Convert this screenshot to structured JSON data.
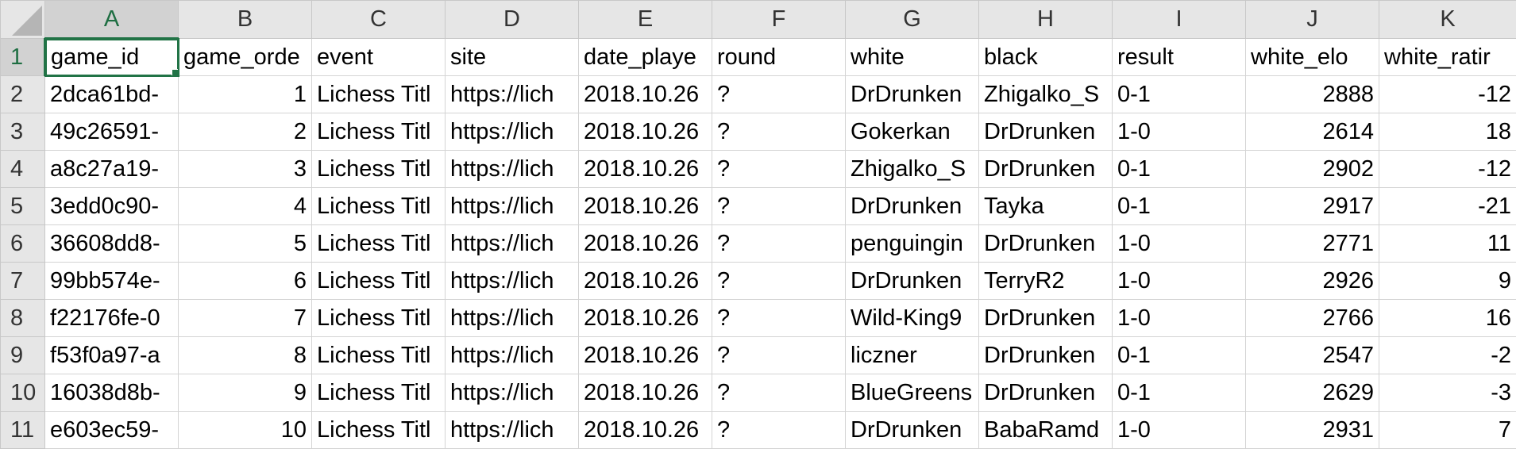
{
  "columns": [
    "A",
    "B",
    "C",
    "D",
    "E",
    "F",
    "G",
    "H",
    "I",
    "J",
    "K"
  ],
  "row_numbers": [
    "1",
    "2",
    "3",
    "4",
    "5",
    "6",
    "7",
    "8",
    "9",
    "10",
    "11"
  ],
  "header_row": [
    "game_id",
    "game_orde",
    "event",
    "site",
    "date_playe",
    "round",
    "white",
    "black",
    "result",
    "white_elo",
    "white_ratir"
  ],
  "rows": [
    [
      "2dca61bd-",
      "1",
      "Lichess Titl",
      "https://lich",
      "2018.10.26",
      "?",
      "DrDrunken",
      "Zhigalko_S",
      "0-1",
      "2888",
      "-12"
    ],
    [
      "49c26591-",
      "2",
      "Lichess Titl",
      "https://lich",
      "2018.10.26",
      "?",
      "Gokerkan",
      "DrDrunken",
      "1-0",
      "2614",
      "18"
    ],
    [
      "a8c27a19-",
      "3",
      "Lichess Titl",
      "https://lich",
      "2018.10.26",
      "?",
      "Zhigalko_S",
      "DrDrunken",
      "0-1",
      "2902",
      "-12"
    ],
    [
      "3edd0c90-",
      "4",
      "Lichess Titl",
      "https://lich",
      "2018.10.26",
      "?",
      "DrDrunken",
      "Tayka",
      "0-1",
      "2917",
      "-21"
    ],
    [
      "36608dd8-",
      "5",
      "Lichess Titl",
      "https://lich",
      "2018.10.26",
      "?",
      "penguingin",
      "DrDrunken",
      "1-0",
      "2771",
      "11"
    ],
    [
      "99bb574e-",
      "6",
      "Lichess Titl",
      "https://lich",
      "2018.10.26",
      "?",
      "DrDrunken",
      "TerryR2",
      "1-0",
      "2926",
      "9"
    ],
    [
      "f22176fe-0",
      "7",
      "Lichess Titl",
      "https://lich",
      "2018.10.26",
      "?",
      "Wild-King9",
      "DrDrunken",
      "1-0",
      "2766",
      "16"
    ],
    [
      "f53f0a97-a",
      "8",
      "Lichess Titl",
      "https://lich",
      "2018.10.26",
      "?",
      "liczner",
      "DrDrunken",
      "0-1",
      "2547",
      "-2"
    ],
    [
      "16038d8b-",
      "9",
      "Lichess Titl",
      "https://lich",
      "2018.10.26",
      "?",
      "BlueGreens",
      "DrDrunken",
      "0-1",
      "2629",
      "-3"
    ],
    [
      "e603ec59-",
      "10",
      "Lichess Titl",
      "https://lich",
      "2018.10.26",
      "?",
      "DrDrunken",
      "BabaRamd",
      "1-0",
      "2931",
      "7"
    ]
  ],
  "numeric_columns": [
    1,
    9,
    10
  ],
  "active_cell": "A1",
  "colors": {
    "accent": "#217346",
    "header_bg": "#e6e6e6",
    "grid": "#d4d4d4"
  }
}
